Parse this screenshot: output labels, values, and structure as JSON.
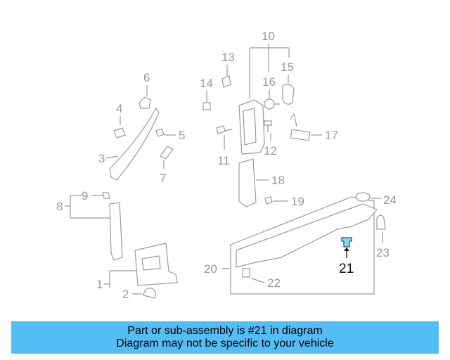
{
  "diagram": {
    "callouts": {
      "c1": "1",
      "c2": "2",
      "c3": "3",
      "c4": "4",
      "c5": "5",
      "c6": "6",
      "c7": "7",
      "c8": "8",
      "c9": "9",
      "c10": "10",
      "c11": "11",
      "c12": "12",
      "c13": "13",
      "c14": "14",
      "c15": "15",
      "c16": "16",
      "c17": "17",
      "c18": "18",
      "c19": "19",
      "c20": "20",
      "c21": "21",
      "c22": "22",
      "c23": "23",
      "c24": "24"
    },
    "highlighted_part": "21",
    "colors": {
      "line": "#9a9a9a",
      "highlight_fill": "#8fd3f7",
      "highlight_callout": "#111111"
    }
  },
  "caption": {
    "line1": "Part or sub-assembly is #21 in diagram",
    "line2": "Diagram may not be specific to your vehicle",
    "background": "#55bdf5"
  }
}
